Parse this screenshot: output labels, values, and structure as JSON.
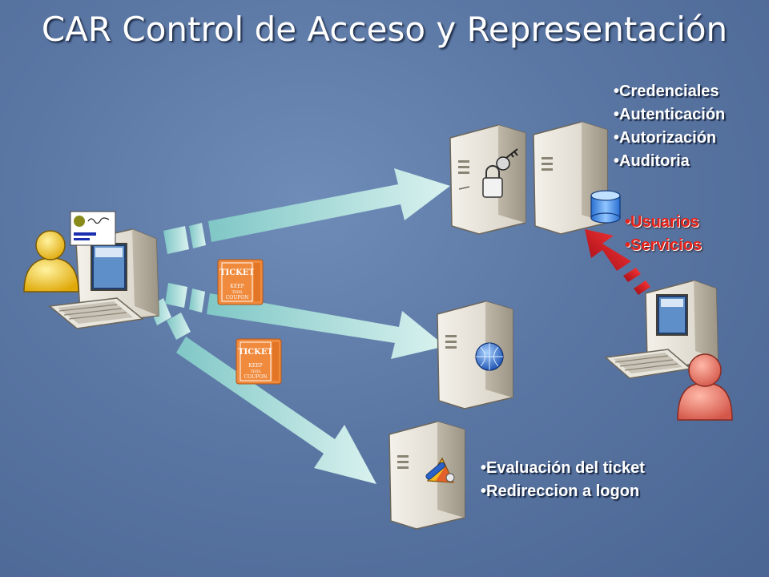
{
  "title": "CAR Control de Acceso y Representación",
  "auth_server_bullets": [
    "Credenciales",
    "Autenticación",
    "Autorización",
    "Auditoria"
  ],
  "directory_bullets": [
    "Usuarios",
    "Servicios"
  ],
  "app_server_bullets": [
    "Evaluación del ticket",
    "Redireccion a logon"
  ],
  "ticket": {
    "line1": "TICKET",
    "line2": "KEEP",
    "line3": "THIS",
    "line4": "COUPON"
  },
  "colors": {
    "arrow": "#a6dcd8",
    "red_arrow": "#d0101c",
    "ticket": "#f08a3c",
    "bullet_red": "#e8231c"
  }
}
